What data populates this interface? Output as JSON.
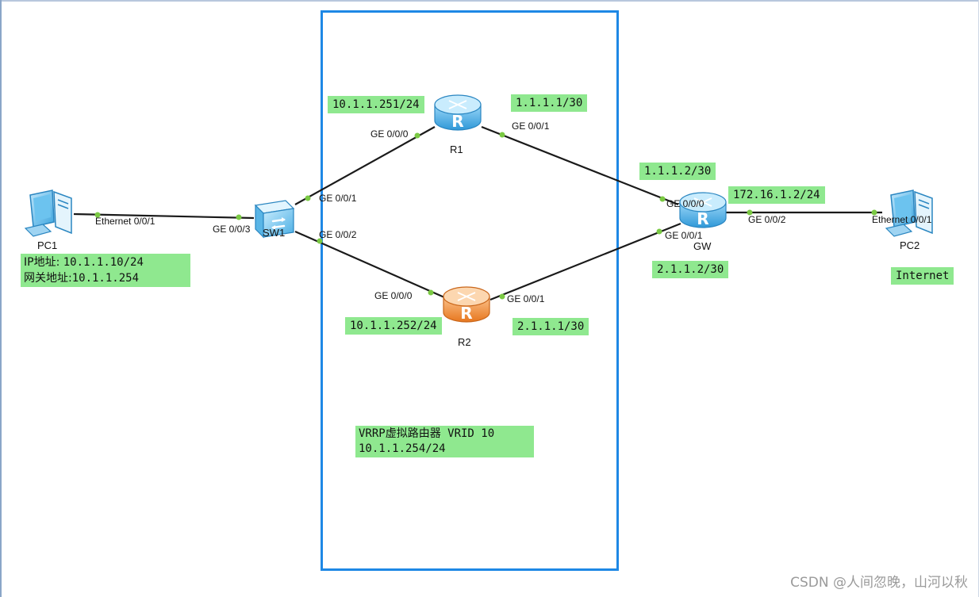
{
  "devices": {
    "pc1": {
      "name": "PC1"
    },
    "sw1": {
      "name": "SW1"
    },
    "r1": {
      "name": "R1"
    },
    "r2": {
      "name": "R2"
    },
    "gw": {
      "name": "GW"
    },
    "pc2": {
      "name": "PC2"
    }
  },
  "ports": {
    "pc1_eth": "Ethernet 0/0/1",
    "sw1_ge003": "GE 0/0/3",
    "sw1_ge001": "GE 0/0/1",
    "sw1_ge002": "GE 0/0/2",
    "r1_ge000": "GE 0/0/0",
    "r1_ge001": "GE 0/0/1",
    "r2_ge000": "GE 0/0/0",
    "r2_ge001": "GE 0/0/1",
    "gw_ge000": "GE 0/0/0",
    "gw_ge001": "GE 0/0/1",
    "gw_ge002": "GE 0/0/2",
    "pc2_eth": "Ethernet 0/0/1"
  },
  "addresses": {
    "r1_lan": "10.1.1.251/24",
    "r1_wan": "1.1.1.1/30",
    "gw_to_r1": "1.1.1.2/30",
    "gw_out": "172.16.1.2/24",
    "gw_to_r2": "2.1.1.2/30",
    "r2_lan": "10.1.1.252/24",
    "r2_wan": "2.1.1.1/30",
    "internet": "Internet"
  },
  "pc1_info": {
    "ip_key": "IP地址:",
    "ip_value": "10.1.1.10/24",
    "gw_key": "网关地址:",
    "gw_value": "10.1.1.254"
  },
  "vrrp": {
    "line1": "VRRP虚拟路由器 VRID 10",
    "line2": "10.1.1.254/24"
  },
  "watermark": "CSDN @人间忽晚，山河以秋",
  "colors": {
    "label_bg": "#8fe88f",
    "vrrp_border": "#1e88e5",
    "router_blue": "#4fb3ea",
    "router_orange": "#f29a4a",
    "port_dot": "#7ac943"
  }
}
